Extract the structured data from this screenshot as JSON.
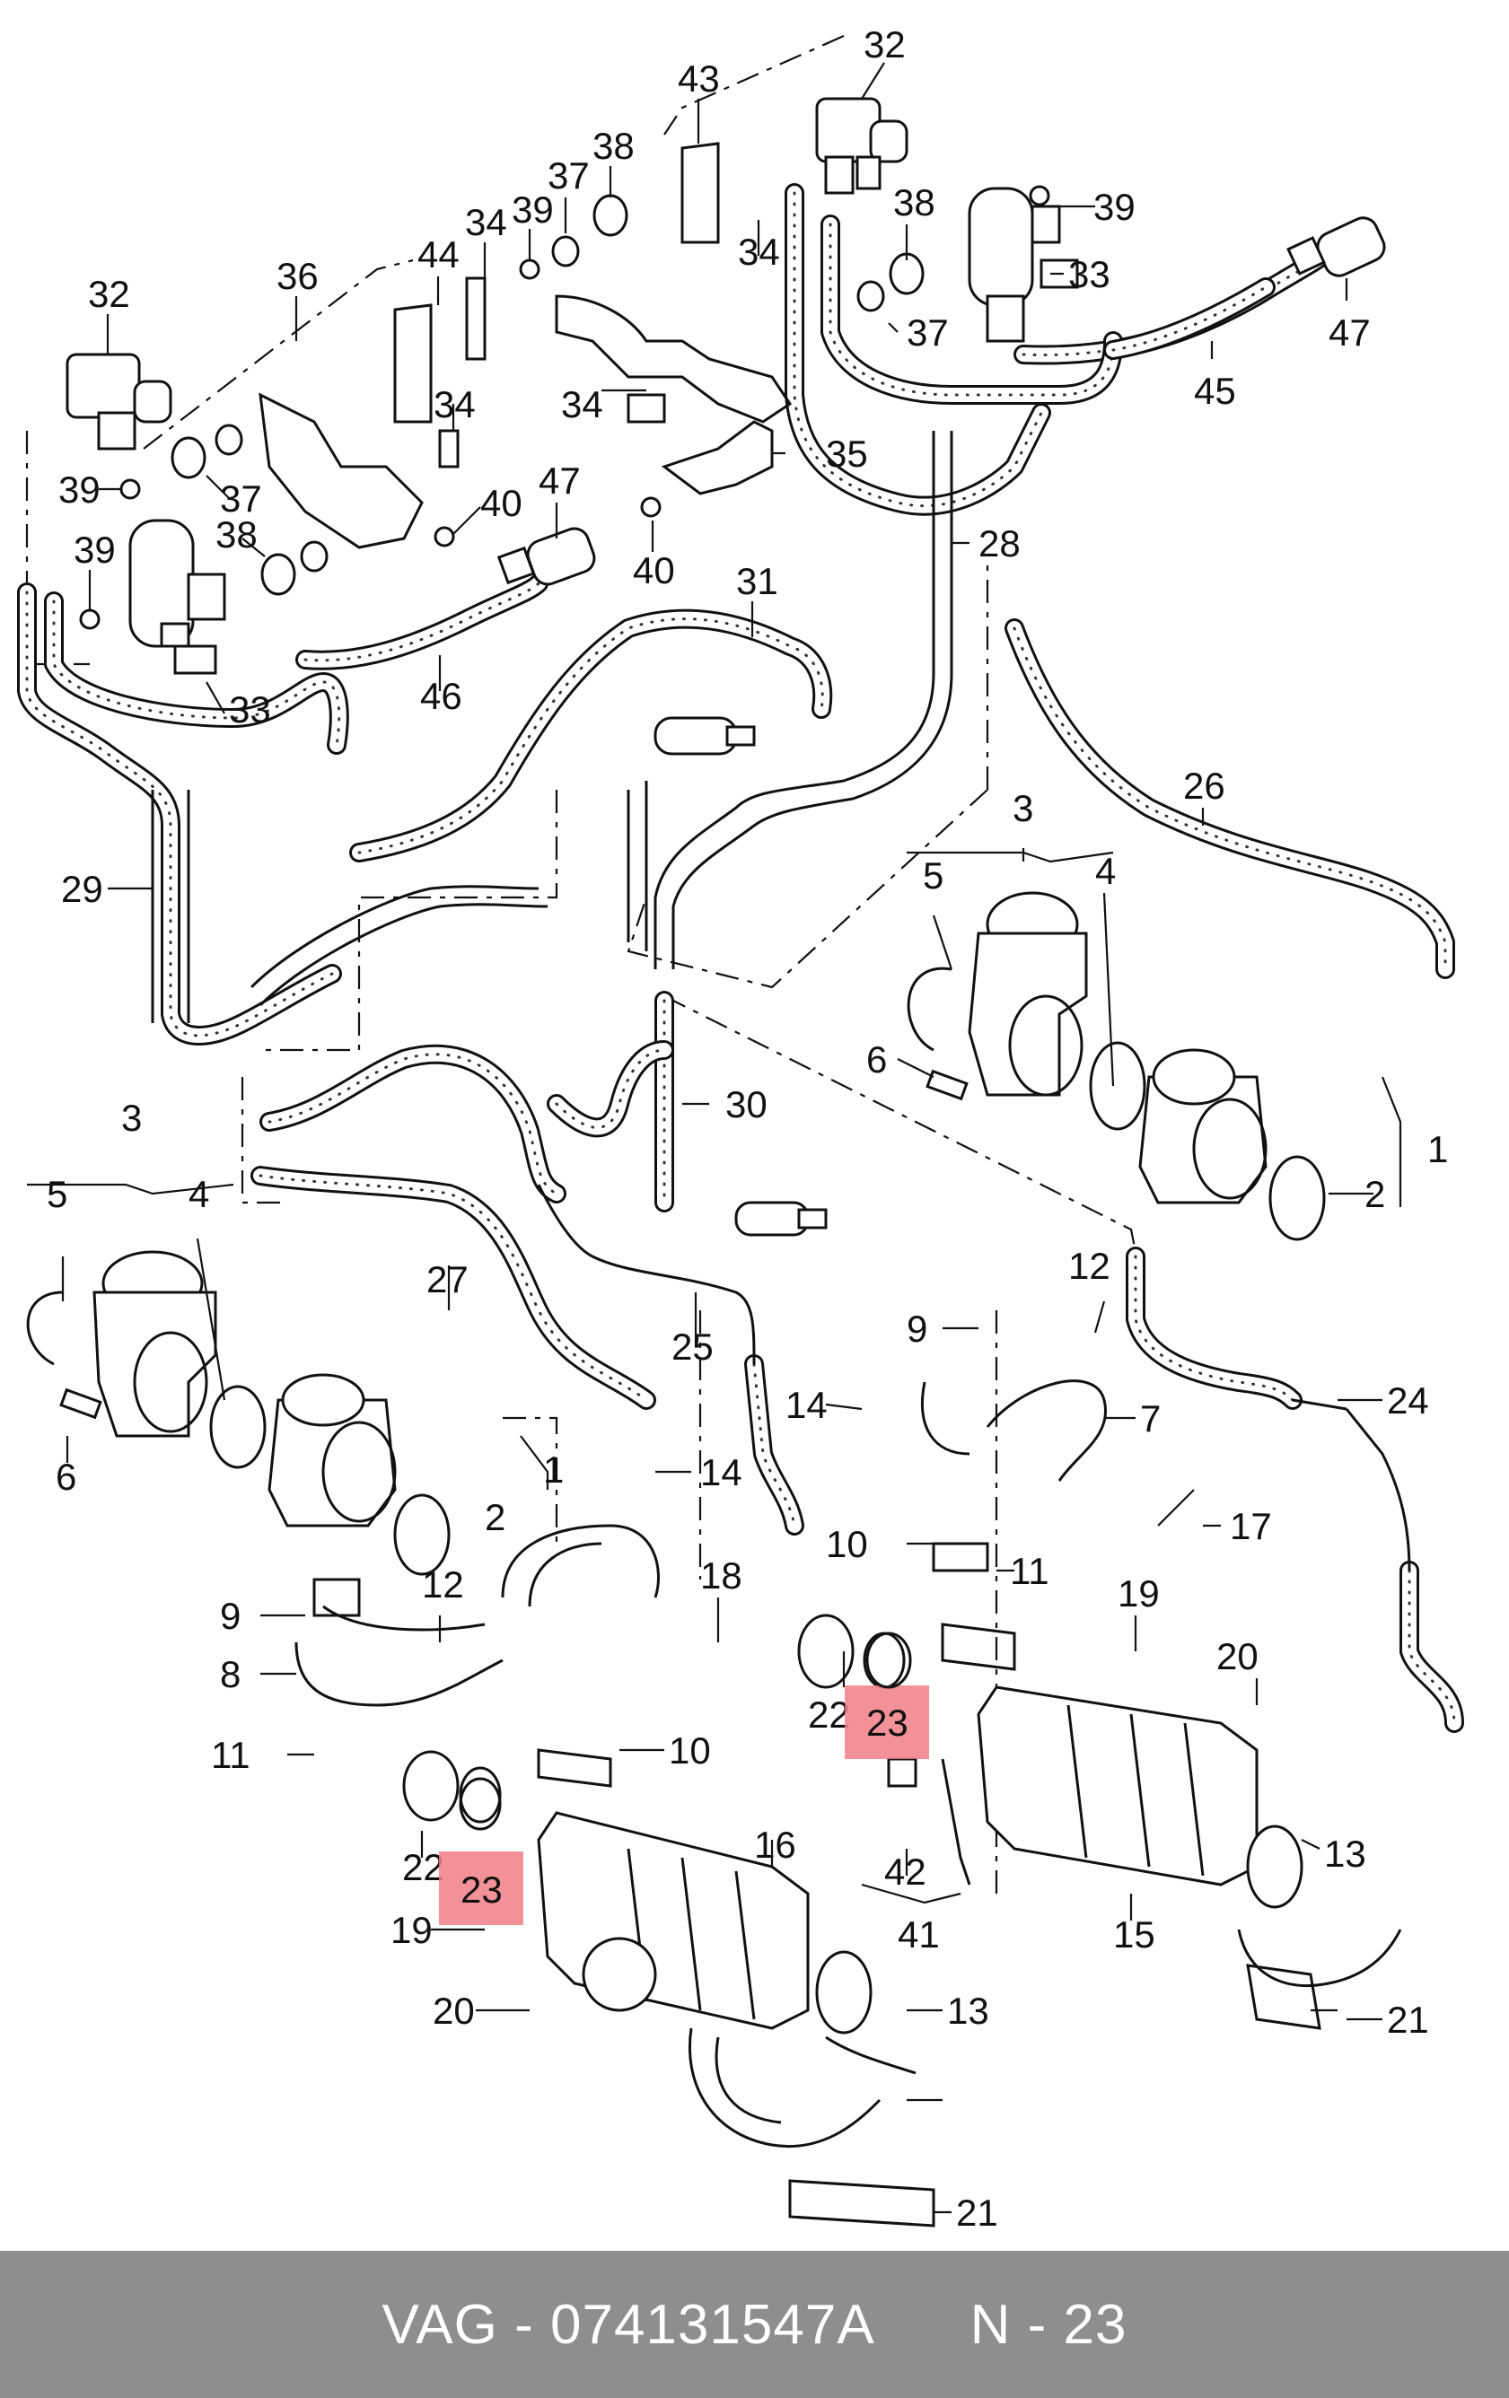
{
  "footer": {
    "brand": "VAG",
    "separator": " - ",
    "part_number": "074131547A",
    "position_prefix": "N - ",
    "position_number": "23"
  },
  "callouts": [
    {
      "id": "c1",
      "label": "32"
    },
    {
      "id": "c2",
      "label": "43"
    },
    {
      "id": "c3",
      "label": "38"
    },
    {
      "id": "c4",
      "label": "37"
    },
    {
      "id": "c5",
      "label": "39"
    },
    {
      "id": "c6",
      "label": "34"
    },
    {
      "id": "c7",
      "label": "38"
    },
    {
      "id": "c8",
      "label": "39"
    },
    {
      "id": "c9",
      "label": "33"
    },
    {
      "id": "c10",
      "label": "47"
    },
    {
      "id": "c11",
      "label": "34"
    },
    {
      "id": "c12",
      "label": "44"
    },
    {
      "id": "c13",
      "label": "36"
    },
    {
      "id": "c14",
      "label": "32"
    },
    {
      "id": "c15",
      "label": "37"
    },
    {
      "id": "c16",
      "label": "45"
    },
    {
      "id": "c17",
      "label": "34"
    },
    {
      "id": "c18",
      "label": "34"
    },
    {
      "id": "c19",
      "label": "35"
    },
    {
      "id": "c20",
      "label": "39"
    },
    {
      "id": "c21",
      "label": "37"
    },
    {
      "id": "c22",
      "label": "40"
    },
    {
      "id": "c23",
      "label": "47"
    },
    {
      "id": "c24",
      "label": "38"
    },
    {
      "id": "c25",
      "label": "40"
    },
    {
      "id": "c26",
      "label": "28"
    },
    {
      "id": "c27",
      "label": "39"
    },
    {
      "id": "c28",
      "label": "33"
    },
    {
      "id": "c29",
      "label": "31"
    },
    {
      "id": "c30",
      "label": "46"
    },
    {
      "id": "c31",
      "label": "26"
    },
    {
      "id": "c32",
      "label": "3"
    },
    {
      "id": "c33",
      "label": "5"
    },
    {
      "id": "c34",
      "label": "4"
    },
    {
      "id": "c35",
      "label": "29"
    },
    {
      "id": "c36",
      "label": "6"
    },
    {
      "id": "c37",
      "label": "30"
    },
    {
      "id": "c38",
      "label": "1"
    },
    {
      "id": "c39",
      "label": "2"
    },
    {
      "id": "c40",
      "label": "3"
    },
    {
      "id": "c41",
      "label": "5"
    },
    {
      "id": "c42",
      "label": "4"
    },
    {
      "id": "c43",
      "label": "27"
    },
    {
      "id": "c44",
      "label": "12"
    },
    {
      "id": "c45",
      "label": "25"
    },
    {
      "id": "c46",
      "label": "9"
    },
    {
      "id": "c47",
      "label": "24"
    },
    {
      "id": "c48",
      "label": "14"
    },
    {
      "id": "c49",
      "label": "7"
    },
    {
      "id": "c50",
      "label": "6"
    },
    {
      "id": "c51",
      "label": "14"
    },
    {
      "id": "c52",
      "label": "1"
    },
    {
      "id": "c53",
      "label": "2"
    },
    {
      "id": "c54",
      "label": "10"
    },
    {
      "id": "c55",
      "label": "11"
    },
    {
      "id": "c56",
      "label": "17"
    },
    {
      "id": "c57",
      "label": "9"
    },
    {
      "id": "c58",
      "label": "12"
    },
    {
      "id": "c59",
      "label": "18"
    },
    {
      "id": "c60",
      "label": "19"
    },
    {
      "id": "c61",
      "label": "8"
    },
    {
      "id": "c62",
      "label": "20"
    },
    {
      "id": "c63",
      "label": "22"
    },
    {
      "id": "c64",
      "label": "11"
    },
    {
      "id": "c65",
      "label": "10"
    },
    {
      "id": "c66",
      "label": "22"
    },
    {
      "id": "c67",
      "label": "16"
    },
    {
      "id": "c68",
      "label": "13"
    },
    {
      "id": "c69",
      "label": "42"
    },
    {
      "id": "c70",
      "label": "19"
    },
    {
      "id": "c71",
      "label": "15"
    },
    {
      "id": "c72",
      "label": "41"
    },
    {
      "id": "c73",
      "label": "20"
    },
    {
      "id": "c74",
      "label": "13"
    },
    {
      "id": "c75",
      "label": "21"
    },
    {
      "id": "c76",
      "label": "21"
    }
  ],
  "highlights": [
    {
      "id": "h1",
      "label": "23"
    },
    {
      "id": "h2",
      "label": "23"
    }
  ]
}
